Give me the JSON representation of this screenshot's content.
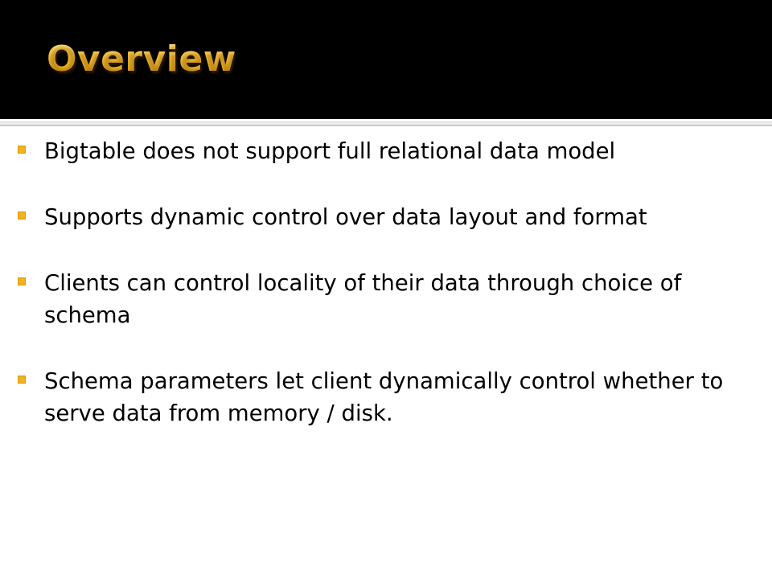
{
  "slide": {
    "title": "Overview",
    "bullets": [
      "Bigtable does not support full relational data model",
      "Supports dynamic control over data layout and format",
      "Clients can control locality of their data through choice of schema",
      "Schema parameters let client dynamically control whether to serve data from memory / disk."
    ]
  },
  "colors": {
    "header_background": "#000000",
    "title_gold": "#f2b32a",
    "bullet_marker": "#f0b21f",
    "body_text": "#000000",
    "slide_background": "#ffffff"
  },
  "icons": {
    "bullet": "square-bullet-icon"
  }
}
